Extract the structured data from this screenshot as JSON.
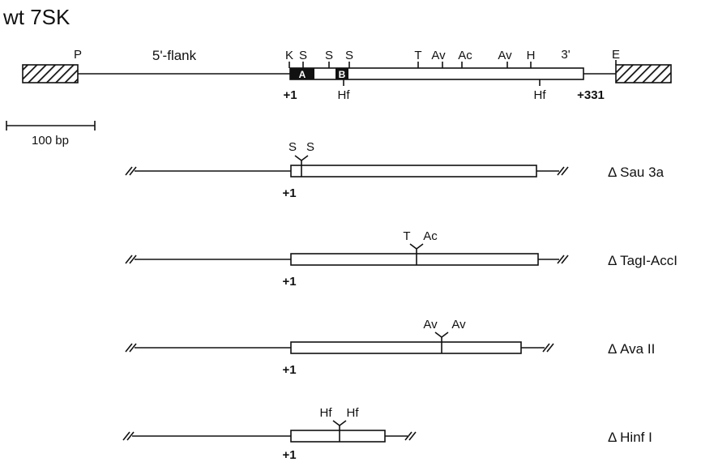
{
  "title": "wt 7SK",
  "wild_type": {
    "labels": {
      "promoter_site": "P",
      "flank": "5'-flank",
      "three_prime": "3'",
      "end_site": "E",
      "plus1": "+1",
      "plus331": "+331"
    },
    "top_sites": [
      "K",
      "S",
      "S",
      "S",
      "T",
      "Av",
      "Ac",
      "Av",
      "H"
    ],
    "box_a": "A",
    "box_b": "B",
    "bottom_sites": [
      "Hf",
      "Hf"
    ]
  },
  "scale_bar": "100 bp",
  "deletions": [
    {
      "name": "Δ  Sau 3a",
      "sites": [
        "S",
        "S"
      ],
      "plus1": "+1"
    },
    {
      "name": "Δ  TagI-AccI",
      "sites": [
        "T",
        "Ac"
      ],
      "plus1": "+1"
    },
    {
      "name": "Δ  Ava II",
      "sites": [
        "Av",
        "Av"
      ],
      "plus1": "+1"
    },
    {
      "name": "Δ  Hinf I",
      "sites": [
        "Hf",
        "Hf"
      ],
      "plus1": "+1"
    }
  ]
}
